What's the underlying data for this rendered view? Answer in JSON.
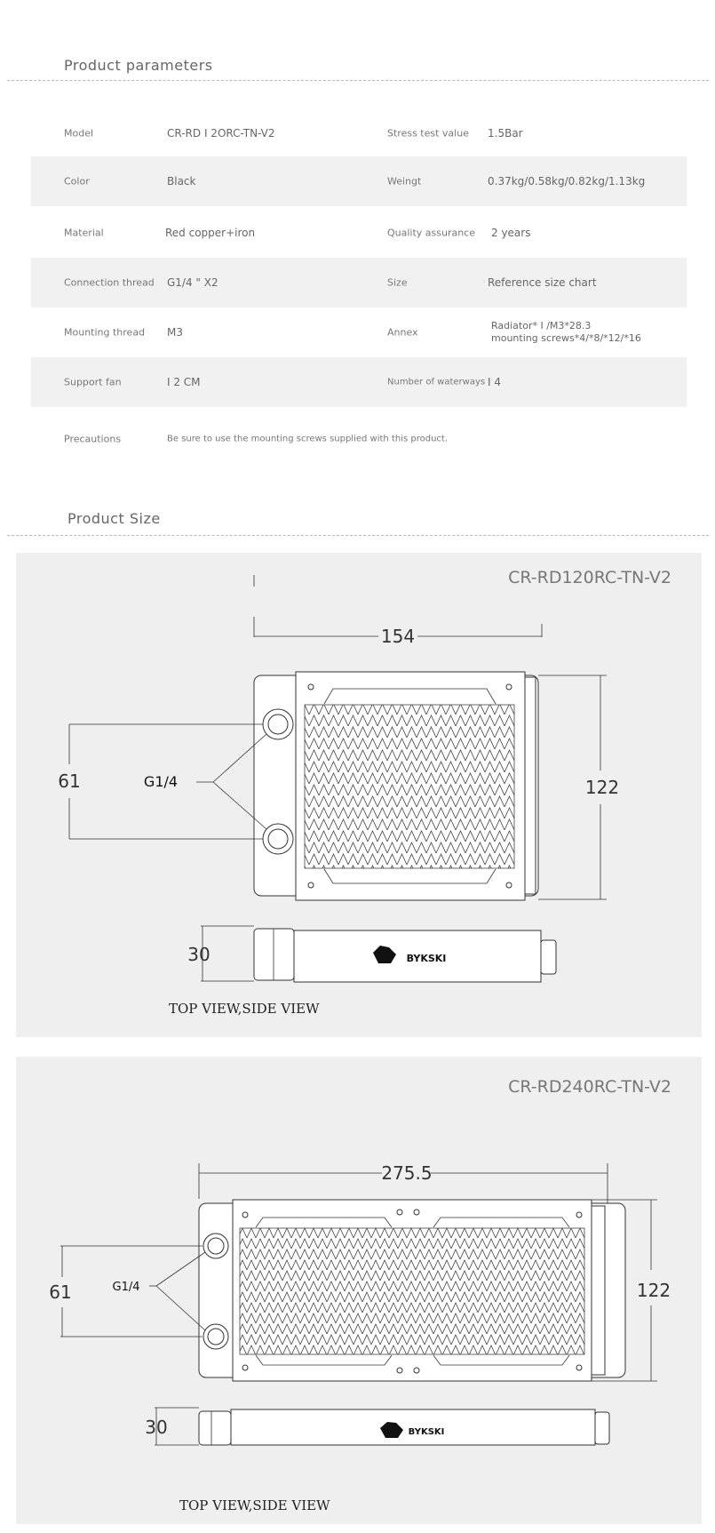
{
  "params": {
    "title": "Product parameters",
    "rows": [
      {
        "l1": "Model",
        "v1": "CR-RD I 2ORC-TN-V2",
        "l2": "Stress test value",
        "v2": "1.5Bar"
      },
      {
        "l1": "Color",
        "v1": "Black",
        "l2": "Weingt",
        "v2": "0.37kg/0.58kg/0.82kg/1.13kg"
      },
      {
        "l1": "Material",
        "v1": "Red copper+iron",
        "l2": "Quality assurance",
        "v2": "2 years"
      },
      {
        "l1": "Connection thread",
        "v1": "G1/4 \" X2",
        "l2": "Size",
        "v2": "Reference size chart"
      },
      {
        "l1": "Mounting thread",
        "v1": "M3",
        "l2": "Annex",
        "v2a": "Radiator* I /M3*28.3",
        "v2b": "mounting screws*4/*8/*12/*16"
      },
      {
        "l1": "Support fan",
        "v1": "I 2 CM",
        "l2": "Number of waterways",
        "v2": "I 4"
      }
    ],
    "precautions": {
      "label": "Precautions",
      "value": "Be sure to use the mounting screws supplied with this product."
    }
  },
  "size": {
    "title": "Product Size",
    "panels": [
      {
        "model": "CR-RD120RC-TN-V2",
        "width": "154",
        "port_gap": "61",
        "port": "G1/4",
        "height": "122",
        "thickness": "30",
        "caption": "TOP VIEW,SIDE VIEW",
        "logo": "BYKSKI"
      },
      {
        "model": "CR-RD240RC-TN-V2",
        "width": "275.5",
        "port_gap": "61",
        "port": "G1/4",
        "height": "122",
        "thickness": "30",
        "caption": "TOP VIEW,SIDE VIEW",
        "logo": "BYKSKI"
      }
    ]
  }
}
